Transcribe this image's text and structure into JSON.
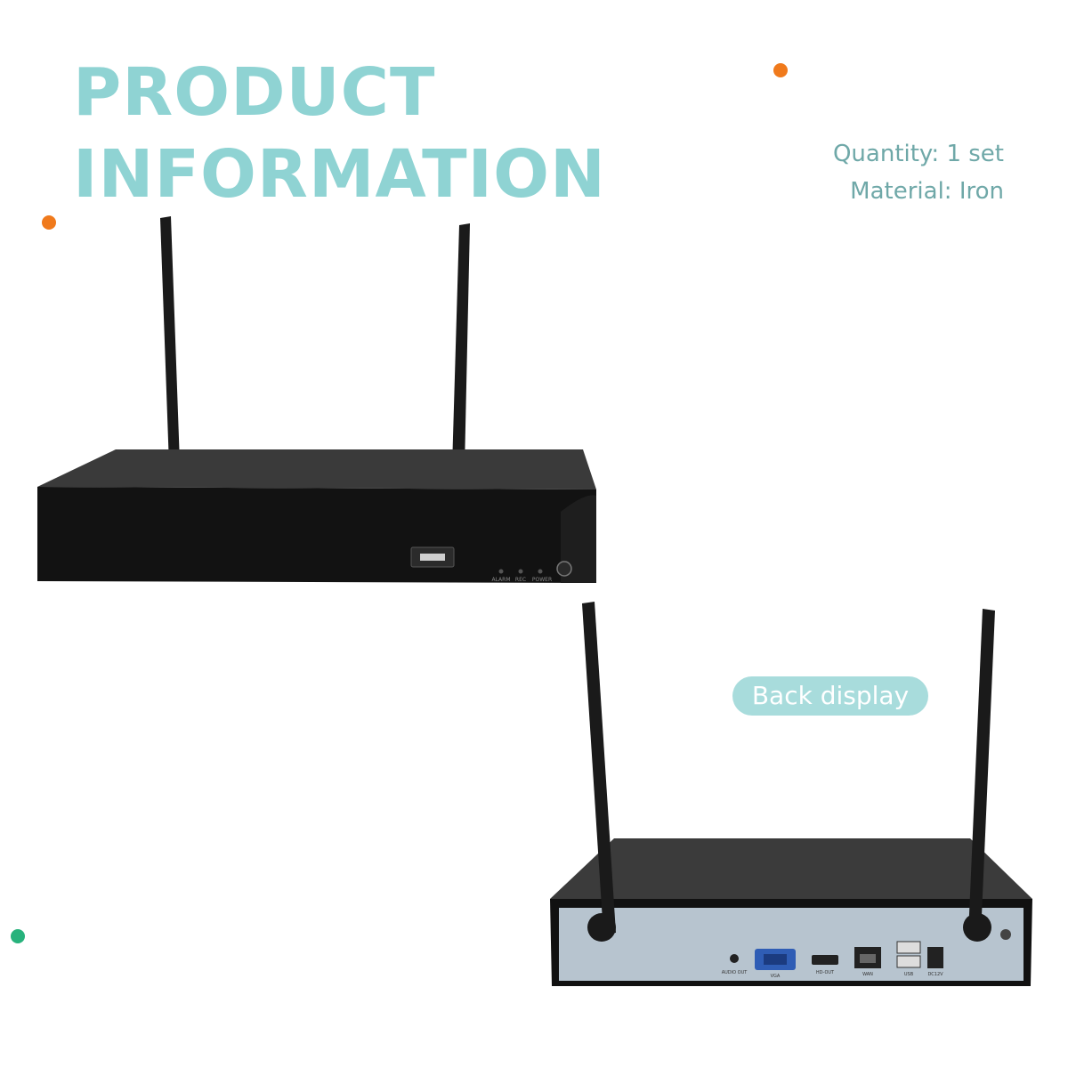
{
  "title": {
    "line1": "PRODUCT",
    "line2": "INFORMATION"
  },
  "specs": {
    "quantity": "Quantity: 1 set",
    "material": "Material: Iron"
  },
  "back_label": "Back display",
  "front_panel": {
    "leds": [
      "ALARM",
      "REC",
      "POWER"
    ]
  },
  "back_panel": {
    "ports": [
      "AUDIO OUT",
      "VGA",
      "HD-OUT",
      "WAN",
      "USB",
      "DC12V"
    ]
  },
  "colors": {
    "title": "#8fd3d3",
    "accent_orange": "#f07a1c",
    "accent_green": "#27b27c",
    "spec_text": "#6fa8a8",
    "pill": "#a8dcdc"
  }
}
